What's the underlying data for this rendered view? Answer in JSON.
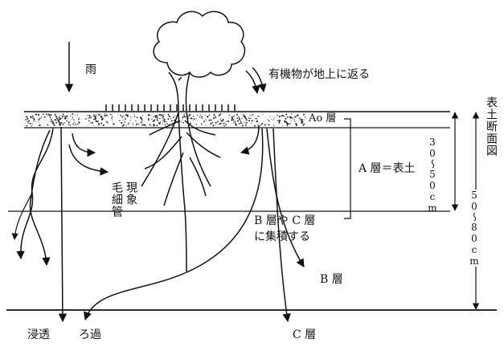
{
  "labels": {
    "rain": "雨",
    "organic_matter": "有機物が地上に返る",
    "ao_layer": "Ao 層",
    "a_layer_topsoil": "A 層＝表土",
    "capillary_1": "毛細管",
    "capillary_2": "現象",
    "bc_accumulate_1": "B 層や C 層",
    "bc_accumulate_2": "に集積する",
    "b_layer": "B 層",
    "c_layer": "C 層",
    "infiltration": "浸透",
    "filtration": "ろ過",
    "topsoil_section": "表土断面図",
    "depth_30_50": "30〜50cm",
    "depth_50_80": "50〜80cm"
  }
}
